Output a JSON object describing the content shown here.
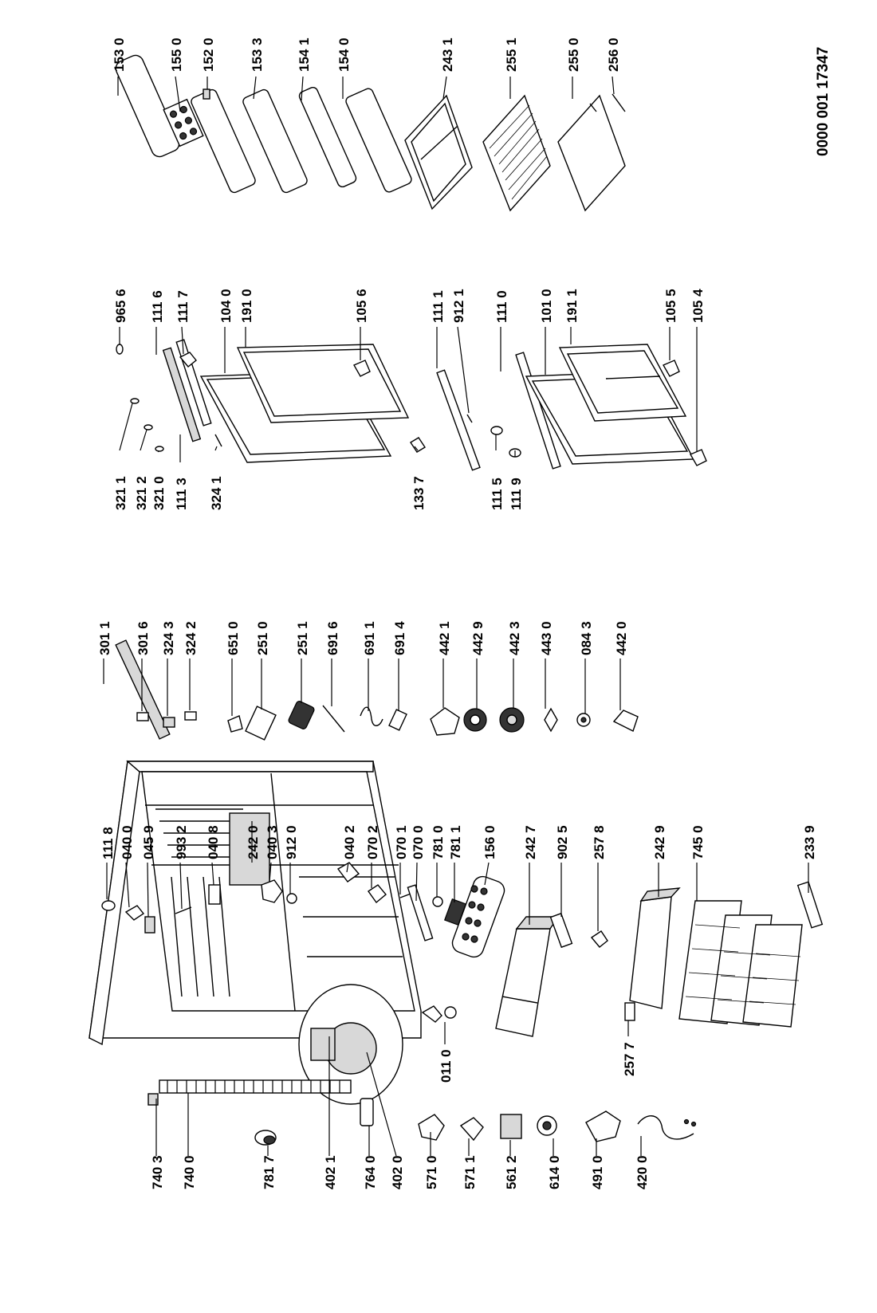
{
  "document_code": "0000 001 17347",
  "labels": {
    "l7403": "740 3",
    "l7400": "740 0",
    "l7817": "781 7",
    "l4021": "402 1",
    "l7640": "764 0",
    "l4020": "402 0",
    "l5710": "571 0",
    "l5711": "571 1",
    "l5612": "561 2",
    "l6140": "614 0",
    "l4910": "491 0",
    "l4200": "420 0",
    "l0110": "011 0",
    "l2577": "257 7",
    "l1118": "111 8",
    "l0400": "040 0",
    "l0459": "045 9",
    "l9932": "993 2",
    "l0408": "040 8",
    "l2420": "242 0",
    "l0403": "040 3",
    "l9120": "912 0",
    "l0402": "040 2",
    "l0702": "070 2",
    "l0701": "070 1",
    "l0700": "070 0",
    "l7810": "781 0",
    "l7811": "781 1",
    "l1560": "156 0",
    "l2427": "242 7",
    "l9025": "902 5",
    "l2578": "257 8",
    "l2429": "242 9",
    "l7450": "745 0",
    "l2339": "233 9",
    "l3011": "301 1",
    "l3016": "301 6",
    "l3243": "324 3",
    "l3242": "324 2",
    "l6510": "651 0",
    "l2510": "251 0",
    "l2511": "251 1",
    "l6916": "691 6",
    "l6911": "691 1",
    "l6914": "691 4",
    "l4421": "442 1",
    "l4429": "442 9",
    "l4423": "442 3",
    "l4430": "443 0",
    "l0843": "084 3",
    "l4420": "442 0",
    "l3211": "321 1",
    "l3212": "321 2",
    "l3210": "321 0",
    "l1113": "111 3",
    "l3241": "324 1",
    "l1337": "133 7",
    "l1115": "111 5",
    "l1119": "111 9",
    "l9656": "965 6",
    "l1116": "111 6",
    "l1117": "111 7",
    "l1040": "104 0",
    "l1910": "191 0",
    "l1056": "105 6",
    "l1111": "111 1",
    "l9121": "912 1",
    "l1110": "111 0",
    "l1010": "101 0",
    "l1911": "191 1",
    "l1055": "105 5",
    "l1054": "105 4",
    "l1530": "153 0",
    "l1550": "155 0",
    "l1520": "152 0",
    "l1533": "153 3",
    "l1541": "154 1",
    "l1540": "154 0",
    "l2431": "243 1",
    "l2551": "255 1",
    "l2550": "255 0",
    "l2560": "256 0"
  }
}
